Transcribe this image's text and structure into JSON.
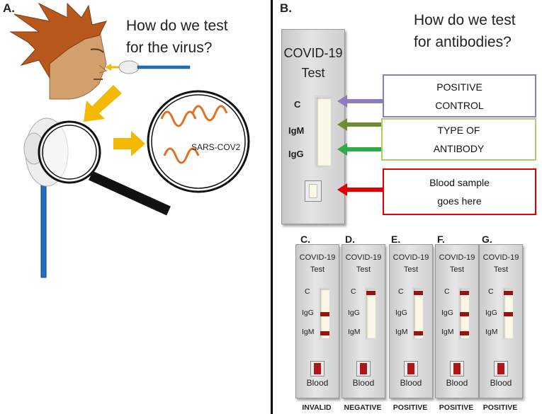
{
  "panel_a": {
    "label": "A.",
    "question_line1": "How do we test",
    "question_line2": "for the virus?",
    "virus_label": "SARS-COV2"
  },
  "panel_b": {
    "label": "B.",
    "question_line1": "How do we test",
    "question_line2": "for antibodies?",
    "cassette_title_line1": "COVID-19",
    "cassette_title_line2": "Test",
    "markers": [
      "C",
      "IgM",
      "IgG"
    ],
    "callouts": [
      {
        "line1": "POSITIVE",
        "line2": "CONTROL",
        "color": "#8e7cc3"
      },
      {
        "line1": "TYPE OF",
        "line2": "ANTIBODY",
        "color": "#a9cf6a"
      },
      {
        "line1": "Blood sample",
        "line2": "goes here",
        "color": "#e00000"
      }
    ]
  },
  "results": [
    {
      "panel": "C.",
      "title1": "COVID-19",
      "title2": "Test",
      "markers": [
        "C",
        "IgG",
        "IgM"
      ],
      "blood": "Blood",
      "result": "INVALID",
      "bands": [
        false,
        true,
        true
      ]
    },
    {
      "panel": "D.",
      "title1": "COVID-19",
      "title2": "Test",
      "markers": [
        "C",
        "IgG",
        "IgM"
      ],
      "blood": "Blood",
      "result": "NEGATIVE",
      "bands": [
        true,
        false,
        false
      ]
    },
    {
      "panel": "E.",
      "title1": "COVID-19",
      "title2": "Test",
      "markers": [
        "C",
        "IgG",
        "IgM"
      ],
      "blood": "Blood",
      "result": "POSITIVE",
      "bands": [
        true,
        false,
        true
      ]
    },
    {
      "panel": "F.",
      "title1": "COVID-19",
      "title2": "Test",
      "markers": [
        "C",
        "IgG",
        "IgM"
      ],
      "blood": "Blood",
      "result": "POSITIVE",
      "bands": [
        true,
        true,
        true
      ]
    },
    {
      "panel": "G.",
      "title1": "COVID-19",
      "title2": "Test",
      "markers": [
        "C",
        "IgG",
        "IgM"
      ],
      "blood": "Blood",
      "result": "POSITIVE",
      "bands": [
        true,
        true,
        false
      ]
    }
  ],
  "colors": {
    "hair": "#b9581c",
    "skin": "#d2a06d",
    "arrow_yellow": "#f5b800",
    "swab_stick": "#1f6fc2",
    "purple": "#8e7cc3",
    "olive": "#6f8f2e",
    "green": "#2fab4a",
    "red": "#e00000",
    "band": "#9b1212"
  }
}
